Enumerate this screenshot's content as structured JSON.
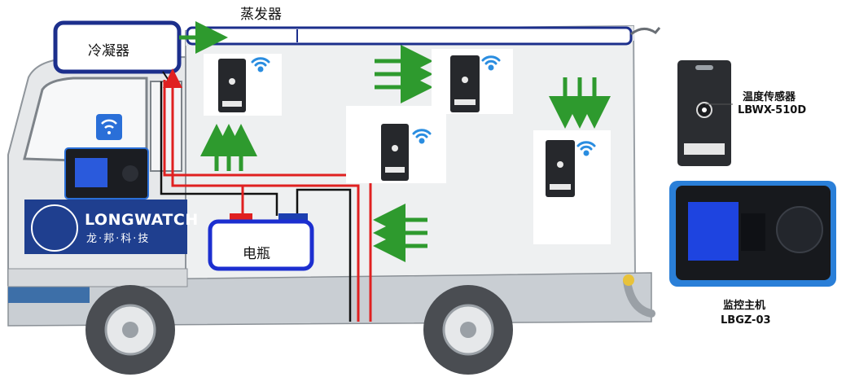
{
  "labels": {
    "evaporator": "蒸发器",
    "condenser": "冷凝器",
    "battery": "电瓶",
    "sensor_name": "温度传感器",
    "sensor_model": "LBWX-510D",
    "host_name": "监控主机",
    "host_model": "LBGZ-03"
  },
  "brand": {
    "name": "LONGWATCH",
    "chinese": "龙·邦·科·技"
  },
  "colors": {
    "airflow_arrow": "#2e9a2e",
    "power_line": "#e02020",
    "ground_line": "#111111",
    "outline_blue": "#1c2f8c",
    "wifi": "#2a8de0",
    "brand_bg": "#1f3f8f",
    "truck_stripe": "#3d6fa8"
  },
  "icons": [
    "wifi-icon",
    "sensor-device-icon",
    "monitor-host-icon",
    "truck-icon",
    "wheel-icon",
    "seal-logo-icon"
  ]
}
